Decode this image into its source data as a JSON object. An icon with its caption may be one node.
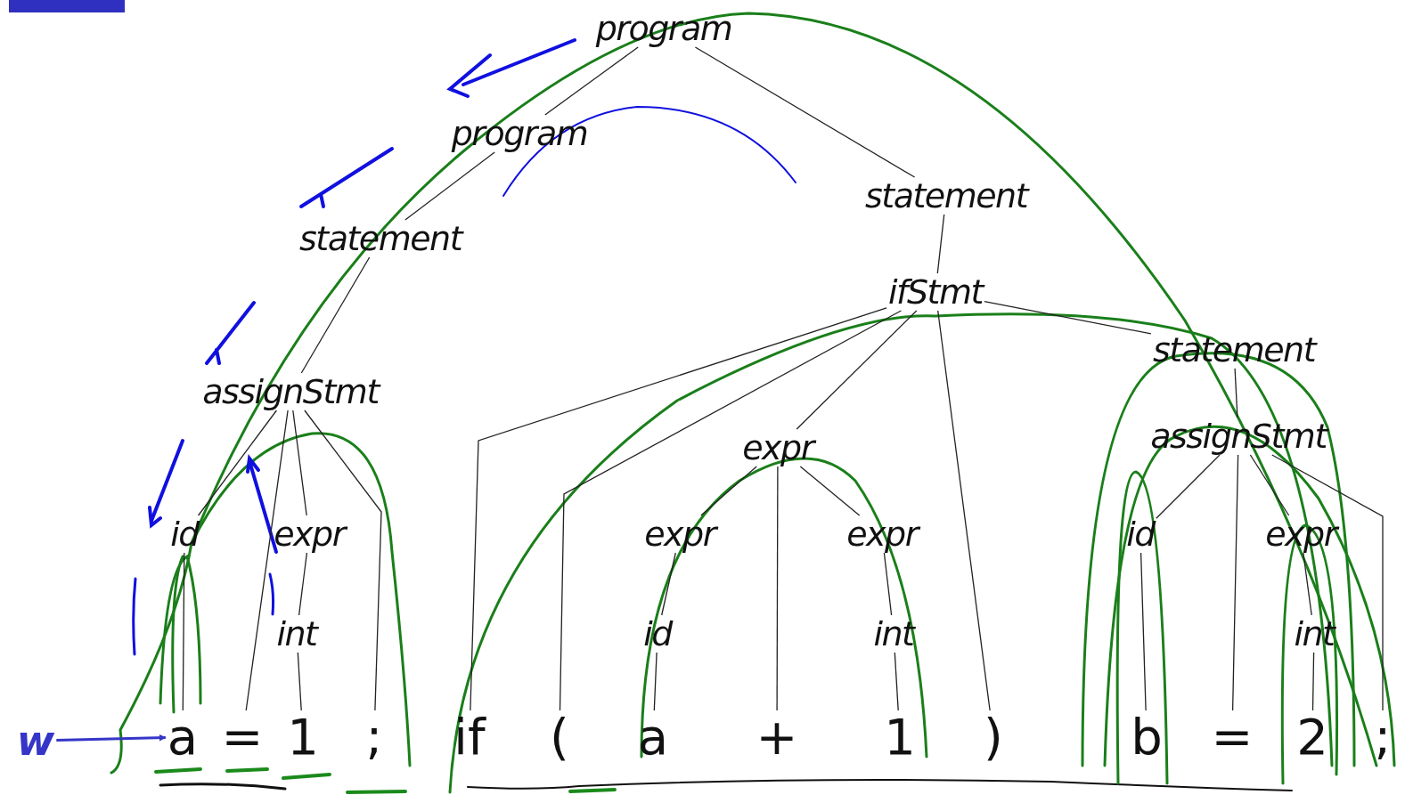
{
  "diagram": {
    "nodes": [
      {
        "text": [
          "program"
        ]
      },
      {
        "text": [
          "program"
        ]
      },
      {
        "text": [
          "statement"
        ]
      },
      {
        "text": [
          "statement"
        ]
      },
      {
        "text": [
          "ifStmt"
        ]
      },
      {
        "text": [
          "statement"
        ]
      },
      {
        "text": [
          "assignStmt"
        ]
      },
      {
        "text": [
          "expr"
        ]
      },
      {
        "text": [
          "assignStmt"
        ]
      },
      {
        "text": [
          "id"
        ]
      },
      {
        "text": [
          "expr"
        ]
      },
      {
        "text": [
          "expr"
        ]
      },
      {
        "text": [
          "expr"
        ]
      },
      {
        "text": [
          "id"
        ]
      },
      {
        "text": [
          "expr"
        ]
      },
      {
        "text": [
          "int"
        ]
      },
      {
        "text": [
          "id"
        ]
      },
      {
        "text": [
          "int"
        ]
      },
      {
        "text": [
          "int"
        ]
      },
      {
        "text": [
          "a"
        ]
      },
      {
        "text": [
          "="
        ]
      },
      {
        "text": [
          "1"
        ]
      },
      {
        "text": [
          ";"
        ]
      },
      {
        "text": [
          "if"
        ]
      },
      {
        "text": [
          "("
        ]
      },
      {
        "text": [
          "a"
        ]
      },
      {
        "text": [
          "+"
        ]
      },
      {
        "text": [
          "1"
        ]
      },
      {
        "text": [
          ")"
        ]
      },
      {
        "text": [
          "b"
        ]
      },
      {
        "text": [
          "="
        ]
      },
      {
        "text": [
          "2"
        ]
      },
      {
        "text": [
          ";"
        ]
      },
      {
        "text": [
          "w"
        ]
      }
    ],
    "edges": [
      {
        "from": 0,
        "to": 1,
        "arrow": "none"
      },
      {
        "from": 0,
        "to": 3,
        "arrow": "none"
      },
      {
        "from": 1,
        "to": 2,
        "arrow": "none"
      },
      {
        "from": 2,
        "to": 6,
        "arrow": "none"
      },
      {
        "from": 6,
        "to": 9,
        "arrow": "none"
      },
      {
        "from": 6,
        "to": 20,
        "arrow": "none"
      },
      {
        "from": 6,
        "to": 10,
        "arrow": "none"
      },
      {
        "from": 6,
        "to": 22,
        "arrow": "none"
      },
      {
        "from": 9,
        "to": 19,
        "arrow": "none"
      },
      {
        "from": 10,
        "to": 15,
        "arrow": "none"
      },
      {
        "from": 15,
        "to": 21,
        "arrow": "none"
      },
      {
        "from": 3,
        "to": 4,
        "arrow": "none"
      },
      {
        "from": 4,
        "to": 23,
        "arrow": "none"
      },
      {
        "from": 4,
        "to": 24,
        "arrow": "none"
      },
      {
        "from": 4,
        "to": 7,
        "arrow": "none"
      },
      {
        "from": 4,
        "to": 28,
        "arrow": "none"
      },
      {
        "from": 4,
        "to": 5,
        "arrow": "none"
      },
      {
        "from": 7,
        "to": 11,
        "arrow": "none"
      },
      {
        "from": 7,
        "to": 26,
        "arrow": "none"
      },
      {
        "from": 7,
        "to": 12,
        "arrow": "none"
      },
      {
        "from": 11,
        "to": 16,
        "arrow": "none"
      },
      {
        "from": 16,
        "to": 25,
        "arrow": "none"
      },
      {
        "from": 12,
        "to": 17,
        "arrow": "none"
      },
      {
        "from": 17,
        "to": 27,
        "arrow": "none"
      },
      {
        "from": 5,
        "to": 8,
        "arrow": "none"
      },
      {
        "from": 8,
        "to": 13,
        "arrow": "none"
      },
      {
        "from": 8,
        "to": 30,
        "arrow": "none"
      },
      {
        "from": 8,
        "to": 14,
        "arrow": "none"
      },
      {
        "from": 8,
        "to": 32,
        "arrow": "none"
      },
      {
        "from": 13,
        "to": 29,
        "arrow": "none"
      },
      {
        "from": 14,
        "to": 18,
        "arrow": "none"
      },
      {
        "from": 18,
        "to": 31,
        "arrow": "none"
      },
      {
        "from": 33,
        "to": 19,
        "arrow": "to",
        "color": "#3535c8"
      }
    ]
  }
}
